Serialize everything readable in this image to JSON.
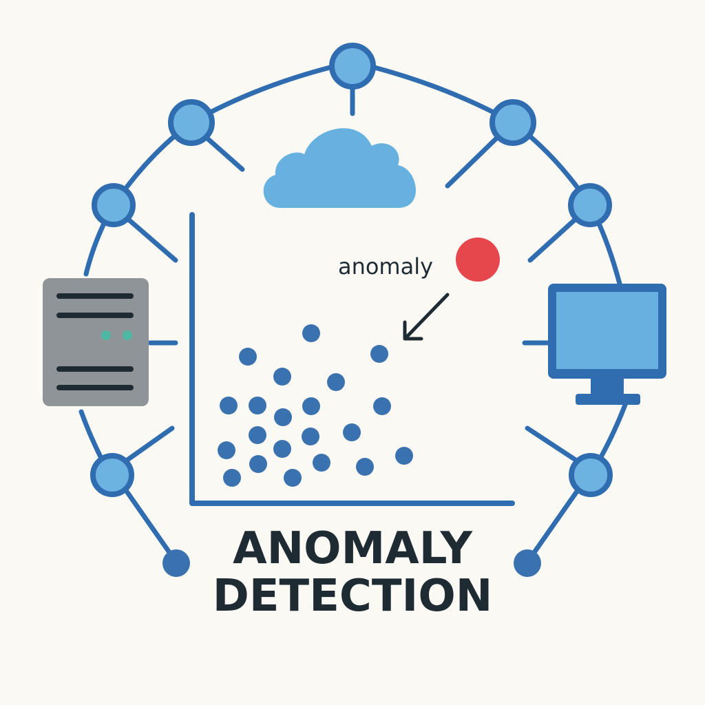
{
  "annotation": {
    "label": "anomaly"
  },
  "title": {
    "line1": "ANOMALY",
    "line2": "DETECTION"
  },
  "colors": {
    "background": "#fbf9f4",
    "network_line": "#2f6db0",
    "node_fill": "#6db3e2",
    "point": "#3a72b0",
    "anomaly": "#e5474d",
    "cloud": "#67b1e0",
    "server_body": "#8f9499",
    "server_led": "#4fb8a5",
    "monitor_screen": "#67b1e0",
    "text": "#1f2b33"
  },
  "icons": {
    "network": "network-ring-icon",
    "cloud": "cloud-icon",
    "server": "server-icon",
    "monitor": "monitor-icon",
    "arrow": "arrow-down-left-icon"
  }
}
